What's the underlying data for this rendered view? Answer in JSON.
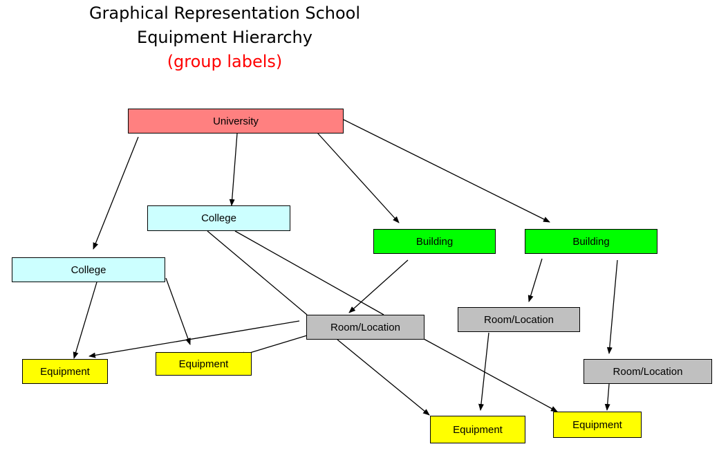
{
  "title": {
    "line1": "Graphical Representation School",
    "line2": "Equipment Hierarchy",
    "line3": "(group labels)"
  },
  "colors": {
    "university": "#ff8080",
    "college": "#ccffff",
    "building": "#00ff00",
    "room": "#c0c0c0",
    "equipment": "#ffff00",
    "subtitle": "#ff0000"
  },
  "nodes": {
    "university": "University",
    "college_1": "College",
    "college_2": "College",
    "building_1": "Building",
    "building_2": "Building",
    "room_1": "Room/Location",
    "room_2": "Room/Location",
    "room_3": "Room/Location",
    "equipment_1": "Equipment",
    "equipment_2": "Equipment",
    "equipment_3": "Equipment",
    "equipment_4": "Equipment"
  }
}
